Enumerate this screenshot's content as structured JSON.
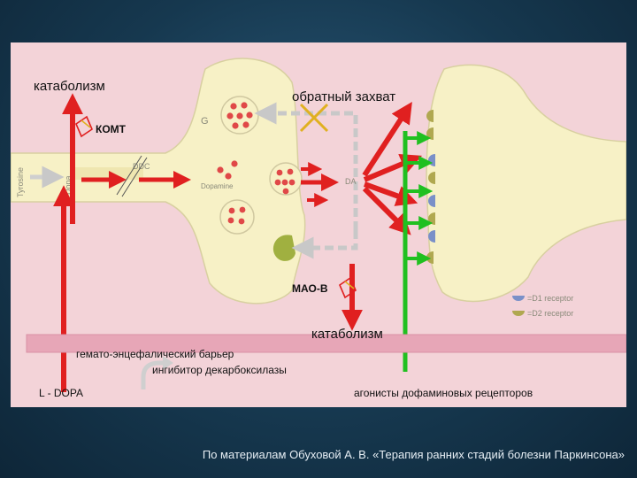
{
  "labels": {
    "catabolism_top": "катаболизм",
    "reuptake": "обратный захват",
    "comt": "КОМТ",
    "mao_b": "МАО-В",
    "catabolism_bottom": "катаболизм",
    "bbb": "гемато-энцефалический барьер",
    "decarb_inhibitor": "ингибитор декарбоксилазы",
    "l_dopa": "L - DOPA",
    "agonists": "агонисты дофаминовых рецепторов"
  },
  "diagram_text": {
    "tyrosine": "Tyrosine",
    "dopa": "Dopa",
    "ddc": "DDC",
    "dopamine": "Dopamine",
    "g": "G",
    "da": "DA",
    "d1_receptor": "=D1 receptor",
    "d2_receptor": "=D2 receptor"
  },
  "credit": "По материалам Обуховой А. В. «Терапия ранних стадий болезни Паркинсона»",
  "colors": {
    "background": "#173d55",
    "panel": "#f3d3d8",
    "neuron": "#f7f1c6",
    "neuron_outline": "#d8d0a0",
    "barrier": "#e7a6b7",
    "red_arrow": "#e02020",
    "green_arrow": "#20c020",
    "vesicle_dot": "#e04848",
    "mao_olive": "#a0b040",
    "d1_blue": "#7a90c8",
    "d2_olive": "#b0a850",
    "cross": "#e0b020"
  }
}
